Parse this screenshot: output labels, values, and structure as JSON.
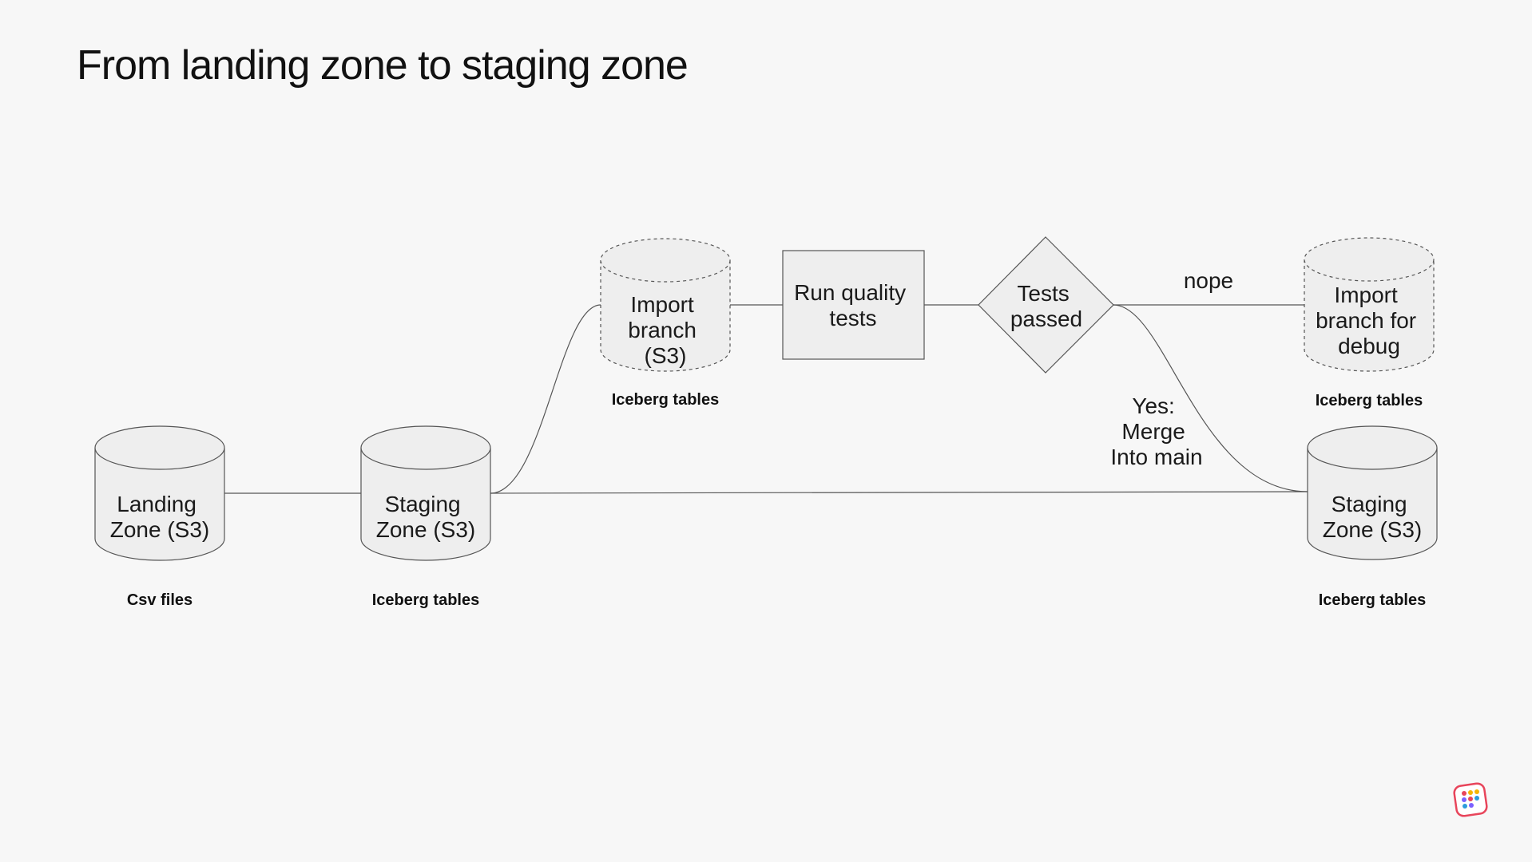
{
  "title": "From landing zone to staging zone",
  "nodes": {
    "landing_zone": {
      "lines": [
        "Landing",
        "Zone (S3)"
      ],
      "caption": "Csv files"
    },
    "staging_zone": {
      "lines": [
        "Staging",
        "Zone (S3)"
      ],
      "caption": "Iceberg tables"
    },
    "import_branch": {
      "lines": [
        "Import",
        "branch",
        "(S3)"
      ],
      "caption": "Iceberg tables"
    },
    "run_quality_tests": {
      "lines": [
        "Run quality",
        "tests"
      ]
    },
    "tests_passed": {
      "lines": [
        "Tests",
        "passed"
      ]
    },
    "import_branch_debug": {
      "lines": [
        "Import",
        "branch for",
        "debug"
      ],
      "caption": "Iceberg tables"
    },
    "staging_zone_main": {
      "lines": [
        "Staging",
        "Zone (S3)"
      ],
      "caption": "Iceberg tables"
    }
  },
  "edges": {
    "nope_label": "nope",
    "yes_label": [
      "Yes:",
      "Merge",
      "Into main"
    ]
  },
  "logo": {
    "icon": "app-logo-icon",
    "colors": [
      "#e8455b",
      "#f7b500",
      "#2d9cdb",
      "#7b61ff"
    ]
  }
}
